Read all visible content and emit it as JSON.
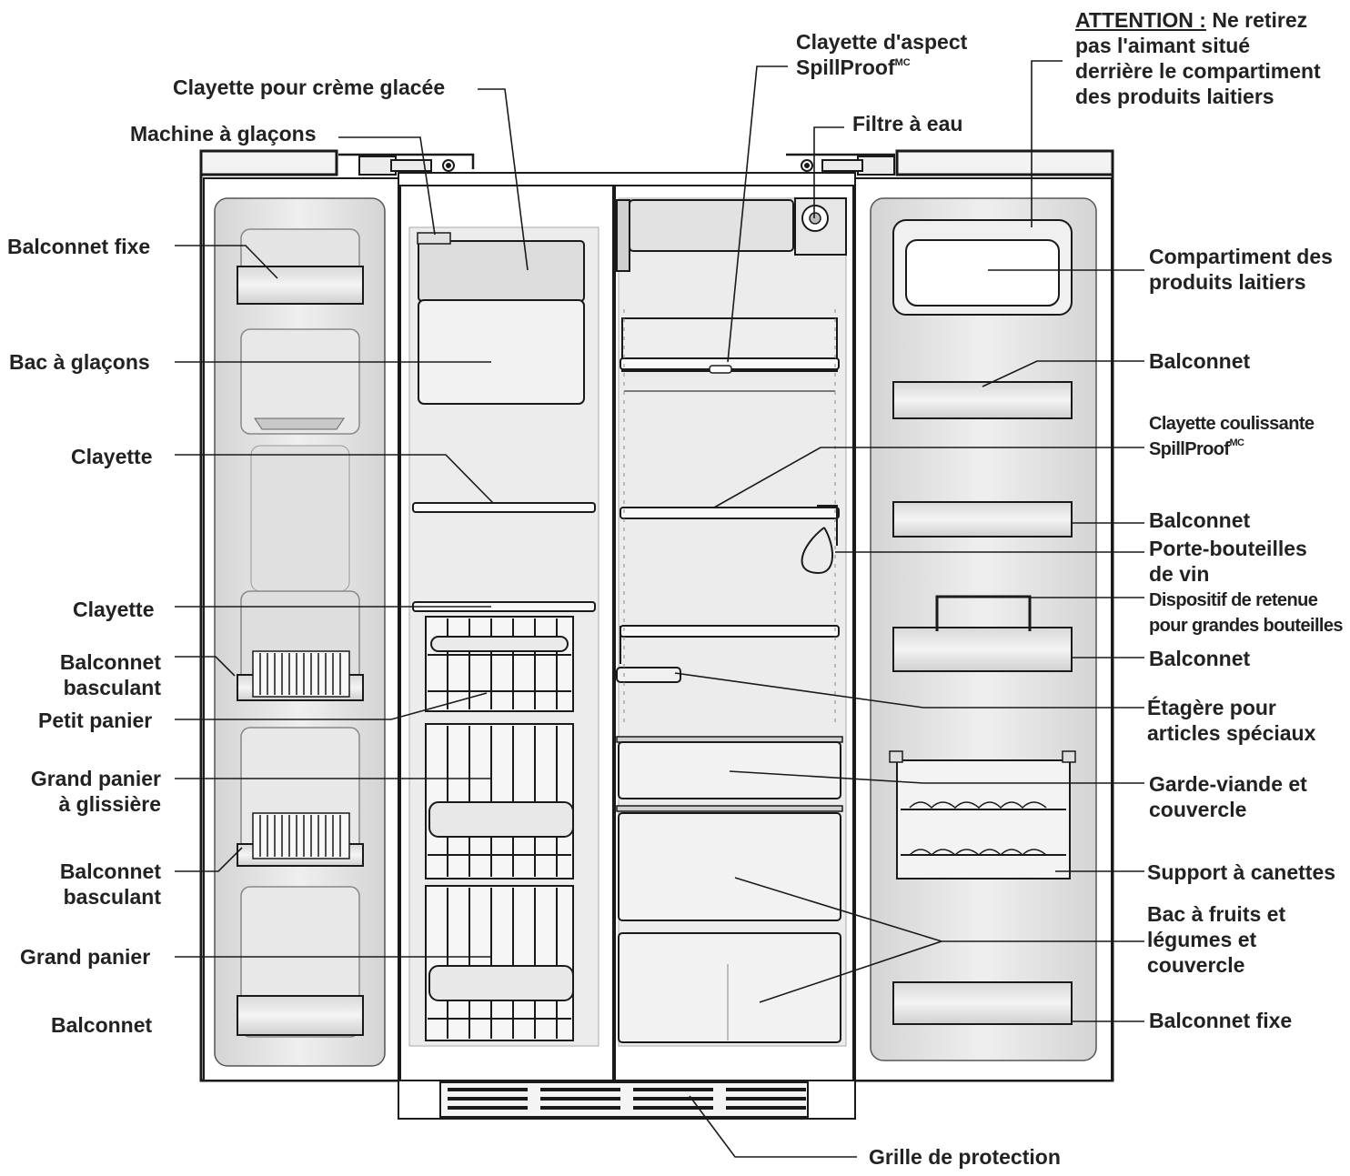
{
  "labels": {
    "creme_glacee": "Clayette pour crème glacée",
    "machine_glacons": "Machine à glaçons",
    "balconnet_fixe_top": "Balconnet fixe",
    "bac_glacons": "Bac à glaçons",
    "clayette_1": "Clayette",
    "clayette_2": "Clayette",
    "balconnet_basculant_1": [
      "Balconnet",
      "basculant"
    ],
    "petit_panier": "Petit panier",
    "grand_panier_glissiere": [
      "Grand panier",
      "à glissière"
    ],
    "balconnet_basculant_2": [
      "Balconnet",
      "basculant"
    ],
    "grand_panier": "Grand panier",
    "balconnet_bottom_left": "Balconnet",
    "clayette_aspect": [
      "Clayette d'aspect",
      "SpillProof"
    ],
    "clayette_aspect_sup": "MC",
    "filtre_eau": "Filtre à eau",
    "attention_label": "ATTENTION :",
    "attention_rest": " Ne retirez",
    "attention_lines": [
      "pas l'aimant situé",
      "derrière le compartiment",
      "des produits laitiers"
    ],
    "compartiment_laitiers": [
      "Compartiment des",
      "produits laitiers"
    ],
    "balconnet_r1": "Balconnet",
    "clayette_coulissante": [
      "Clayette coulissante",
      "SpillProof"
    ],
    "clayette_coulissante_sup": "MC",
    "balconnet_r2": "Balconnet",
    "porte_bouteilles": [
      "Porte-bouteilles",
      "de vin"
    ],
    "dispositif_retenue": [
      "Dispositif de retenue",
      "pour grandes bouteilles"
    ],
    "balconnet_r3": "Balconnet",
    "etagere_speciaux": [
      "Étagère pour",
      "articles spéciaux"
    ],
    "garde_viande": [
      "Garde-viande et",
      "couvercle"
    ],
    "support_canettes": "Support à canettes",
    "bac_fruits": [
      "Bac à fruits et",
      "légumes et",
      "couvercle"
    ],
    "balconnet_fixe_r": "Balconnet fixe",
    "grille": "Grille de protection"
  },
  "colors": {
    "line": "#1a1a1a",
    "panel": "#e6e6e6",
    "text": "#222222"
  }
}
